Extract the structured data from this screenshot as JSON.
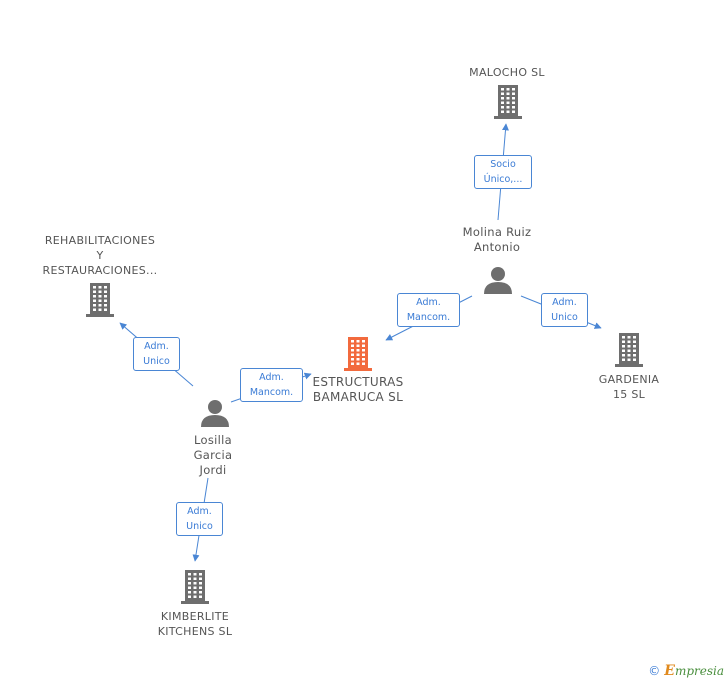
{
  "colors": {
    "edge": "#4a86d4",
    "building": "#6e6e6e",
    "focus_building": "#f26a3d",
    "person": "#6e6e6e",
    "text": "#555555"
  },
  "nodes": {
    "malocho": {
      "label_lines": [
        "MALOCHO SL"
      ],
      "icon": "building-icon"
    },
    "molina": {
      "label_lines": [
        "Molina Ruiz",
        "Antonio"
      ],
      "icon": "person-icon"
    },
    "rehab": {
      "label_lines": [
        "REHABILITACIONES",
        "Y",
        "RESTAURACIONES..."
      ],
      "icon": "building-icon"
    },
    "estructuras": {
      "label_lines": [
        "ESTRUCTURAS",
        "BAMARUCA SL"
      ],
      "icon": "building-icon"
    },
    "gardenia": {
      "label_lines": [
        "GARDENIA",
        "15 SL"
      ],
      "icon": "building-icon"
    },
    "losilla": {
      "label_lines": [
        "Losilla",
        "Garcia",
        "Jordi"
      ],
      "icon": "person-icon"
    },
    "kimberlite": {
      "label_lines": [
        "KIMBERLITE",
        "KITCHENS  SL"
      ],
      "icon": "building-icon"
    }
  },
  "edges": [
    {
      "id": "molina-malocho",
      "label_lines": [
        "Socio",
        "Único,..."
      ]
    },
    {
      "id": "molina-estructuras",
      "label_lines": [
        "Adm.",
        "Mancom."
      ]
    },
    {
      "id": "molina-gardenia",
      "label_lines": [
        "Adm.",
        "Unico"
      ]
    },
    {
      "id": "losilla-rehab",
      "label_lines": [
        "Adm.",
        "Unico"
      ]
    },
    {
      "id": "losilla-estructuras",
      "label_lines": [
        "Adm.",
        "Mancom."
      ]
    },
    {
      "id": "losilla-kimberlite",
      "label_lines": [
        "Adm.",
        "Unico"
      ]
    }
  ],
  "footer": {
    "copyright": "©",
    "brand_initial": "E",
    "brand_rest": "mpresia"
  }
}
